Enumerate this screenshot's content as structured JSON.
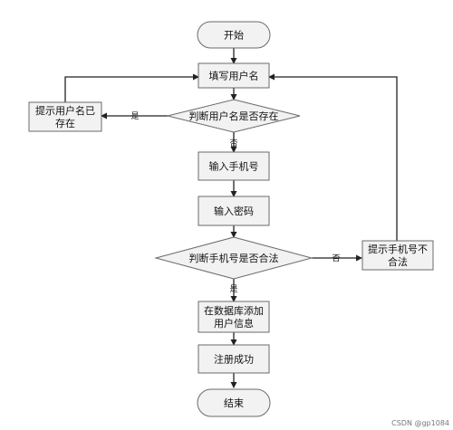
{
  "nodes": {
    "start": "开始",
    "fill_username": "填写用户名",
    "check_username_exists": "判断用户名是否存在",
    "prompt_username_exists_1": "提示用户名已",
    "prompt_username_exists_2": "存在",
    "input_phone": "输入手机号",
    "input_password": "输入密码",
    "check_phone_valid": "判断手机号是否合法",
    "prompt_phone_invalid_1": "提示手机号不",
    "prompt_phone_invalid_2": "合法",
    "add_user_to_db_1": "在数据库添加",
    "add_user_to_db_2": "用户信息",
    "register_success": "注册成功",
    "end": "结束"
  },
  "edge_labels": {
    "username_exists_yes": "是",
    "username_exists_no": "否",
    "phone_valid_no": "否",
    "phone_valid_yes": "是"
  },
  "watermark": "CSDN @gp1084"
}
